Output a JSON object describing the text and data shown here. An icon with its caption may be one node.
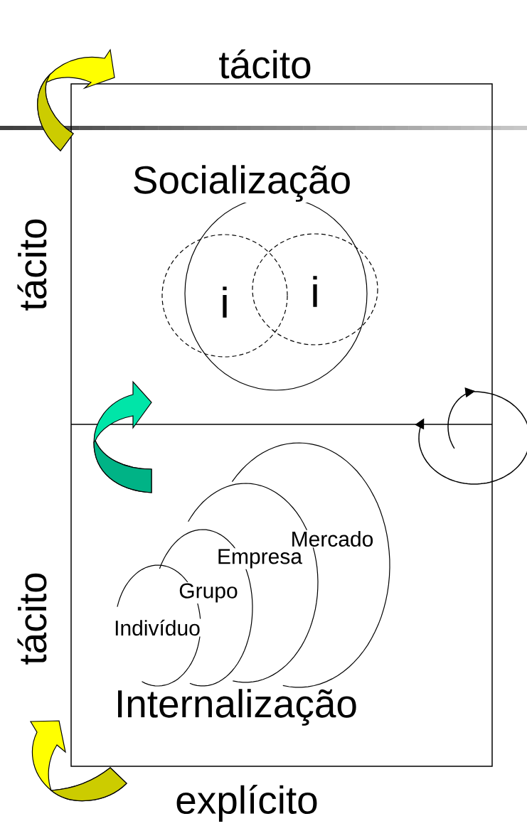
{
  "diagram": {
    "nodes": [
      {
        "text": [],
        "shape": "circle"
      },
      {
        "text": [
          "i"
        ]
      },
      {
        "text": [
          "i"
        ]
      }
    ],
    "labels": [
      "tácito",
      "Socialização",
      "tácito",
      "Mercado",
      "Empresa",
      "Grupo",
      "Indivíduo",
      "tácito",
      "Internalização",
      "explícito"
    ]
  }
}
